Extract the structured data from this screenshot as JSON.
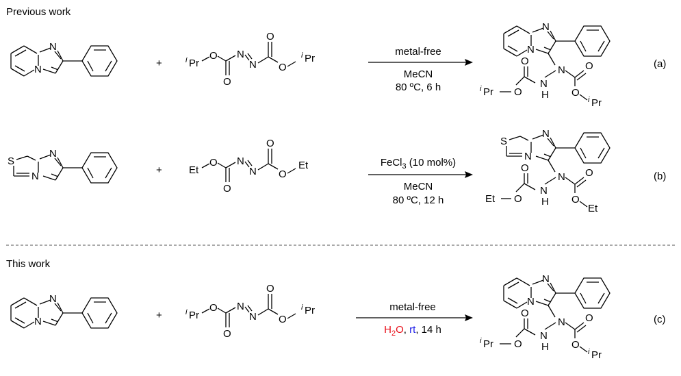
{
  "sections": {
    "previous": "Previous work",
    "current": "This work"
  },
  "atoms": {
    "N": "N",
    "S": "S",
    "O": "O",
    "H": "H",
    "Pr": "Pr",
    "i": "i",
    "Et": "Et",
    "plus": "+"
  },
  "reactions": [
    {
      "label": "(a)",
      "above": "metal-free",
      "below1": "MeCN",
      "below2": "80 ºC, 6 h"
    },
    {
      "label": "(b)",
      "above": "FeCl",
      "above_sub": "3",
      "above_rest": " (10 mol%)",
      "below1": "MeCN",
      "below2": "80 ºC, 12 h"
    },
    {
      "label": "(c)",
      "above": "metal-free",
      "below_h2o_a": "H",
      "below_h2o_sub": "2",
      "below_h2o_b": "O",
      "below_sep": ", ",
      "below_rt": "rt",
      "below_rest": ", 14 h"
    }
  ],
  "colors": {
    "water": "#e8101a",
    "rt": "#1a1ae8",
    "divider": "#555555"
  }
}
